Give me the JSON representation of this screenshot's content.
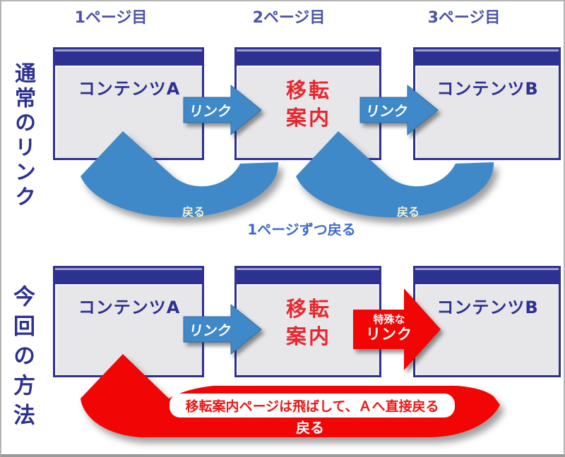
{
  "colors": {
    "navy": "#2d3191",
    "box_body": "#e7e7e9",
    "bar_highlight": "#9ba0cf",
    "page_label": "#4c53a8",
    "arrow_blue": "#3f89c9",
    "arrow_red": "#f20505",
    "transfer_red": "#e8262e",
    "caption_red": "#ee1515",
    "caption_blue": "#3e6bce",
    "back_label": "#faf3d0",
    "frame": "#b5b5b5"
  },
  "page_labels": {
    "p1": "1ページ目",
    "p2": "2ページ目",
    "p3": "3ページ目"
  },
  "side_labels": {
    "top": "通常のリンク",
    "bottom": "今回の方法"
  },
  "boxes": {
    "content_a": "コンテンツA",
    "transfer_line1": "移転",
    "transfer_line2": "案内",
    "content_b": "コンテンツB"
  },
  "arrow_labels": {
    "link": "リンク",
    "special_line1": "特殊な",
    "special_line2": "リンク",
    "back": "戻る"
  },
  "captions": {
    "step_back": "1ページずつ戻る",
    "skip_note": "移転案内ページは飛ばして、Ａへ直接戻る",
    "direct_back": "戻る"
  }
}
